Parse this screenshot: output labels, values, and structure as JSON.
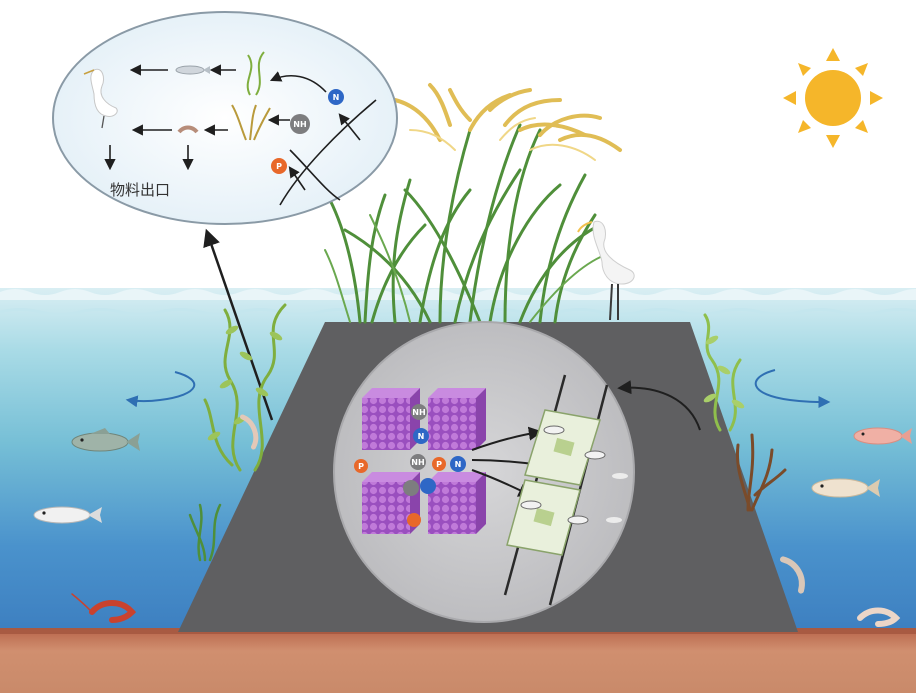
{
  "inset_bubble": {
    "output_label": "物料出口",
    "ions": {
      "nh_label": "NH",
      "n_label": "N",
      "p_label": "P"
    }
  },
  "colors": {
    "sky": "#ffffff",
    "water_top": "#cfe9f0",
    "water_mid": "#8fd0de",
    "water_deep": "#3f86c6",
    "island": "#5e5e60",
    "sediment": "#c98a6a",
    "zoom_circle": "#c9c9cb",
    "zeolite": "#a75fc8",
    "sun": "#f5b62a",
    "rice_green": "#4f8f3a",
    "rice_gold": "#e3c35a",
    "ion_p": "#e8682a",
    "ion_n": "#2e67c6",
    "ion_nh": "#7d7d7f"
  },
  "icons": [
    "sun-icon",
    "egret-icon",
    "fish-icon",
    "shrimp-icon",
    "seaweed-icon",
    "rice-plant-icon",
    "zeolite-cube-icon",
    "ion-icon",
    "arrow-icon"
  ]
}
